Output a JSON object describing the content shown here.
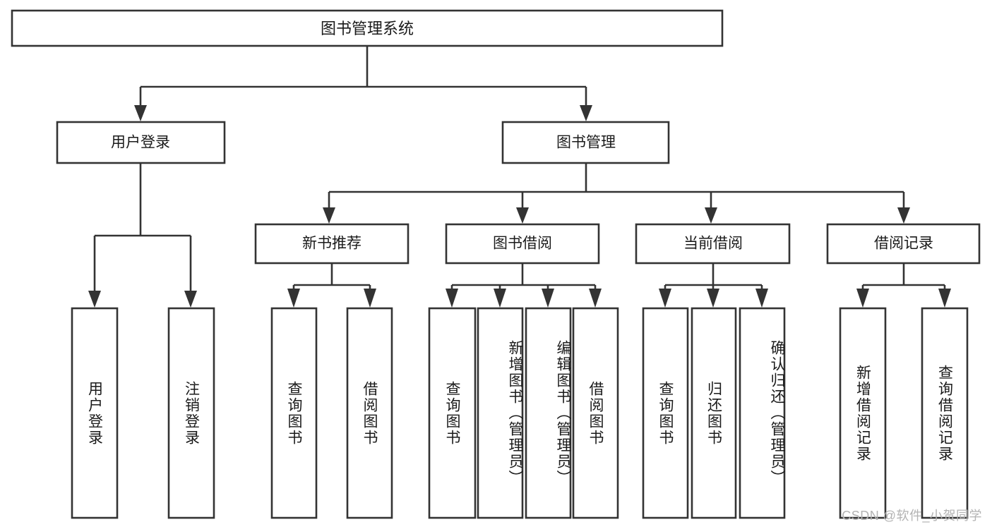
{
  "diagram": {
    "title": "图书管理系统",
    "type": "tree-hierarchy",
    "watermark": "CSDN @软件_小贺同学",
    "colors": {
      "stroke": "#333333",
      "fill": "#ffffff",
      "text": "#1a1a1a",
      "watermark": "#b3b3b3"
    },
    "levels": {
      "root": {
        "label": "图书管理系统"
      },
      "level2": [
        {
          "label": "用户登录"
        },
        {
          "label": "图书管理"
        }
      ],
      "level3": [
        {
          "label": "新书推荐"
        },
        {
          "label": "图书借阅"
        },
        {
          "label": "当前借阅"
        },
        {
          "label": "借阅记录"
        }
      ],
      "leaves": {
        "user_login": [
          {
            "label": "用户登录"
          },
          {
            "label": "注销登录"
          }
        ],
        "new_book_recommend": [
          {
            "label": "查询图书"
          },
          {
            "label": "借阅图书"
          }
        ],
        "book_borrow": [
          {
            "label": "查询图书"
          },
          {
            "label": "新增图书（管理员）"
          },
          {
            "label": "编辑图书（管理员）"
          },
          {
            "label": "借阅图书"
          }
        ],
        "current_borrow": [
          {
            "label": "查询图书"
          },
          {
            "label": "归还图书"
          },
          {
            "label": "确认归还（管理员）"
          }
        ],
        "borrow_record": [
          {
            "label": "新增借阅记录"
          },
          {
            "label": "查询借阅记录"
          }
        ]
      }
    }
  }
}
